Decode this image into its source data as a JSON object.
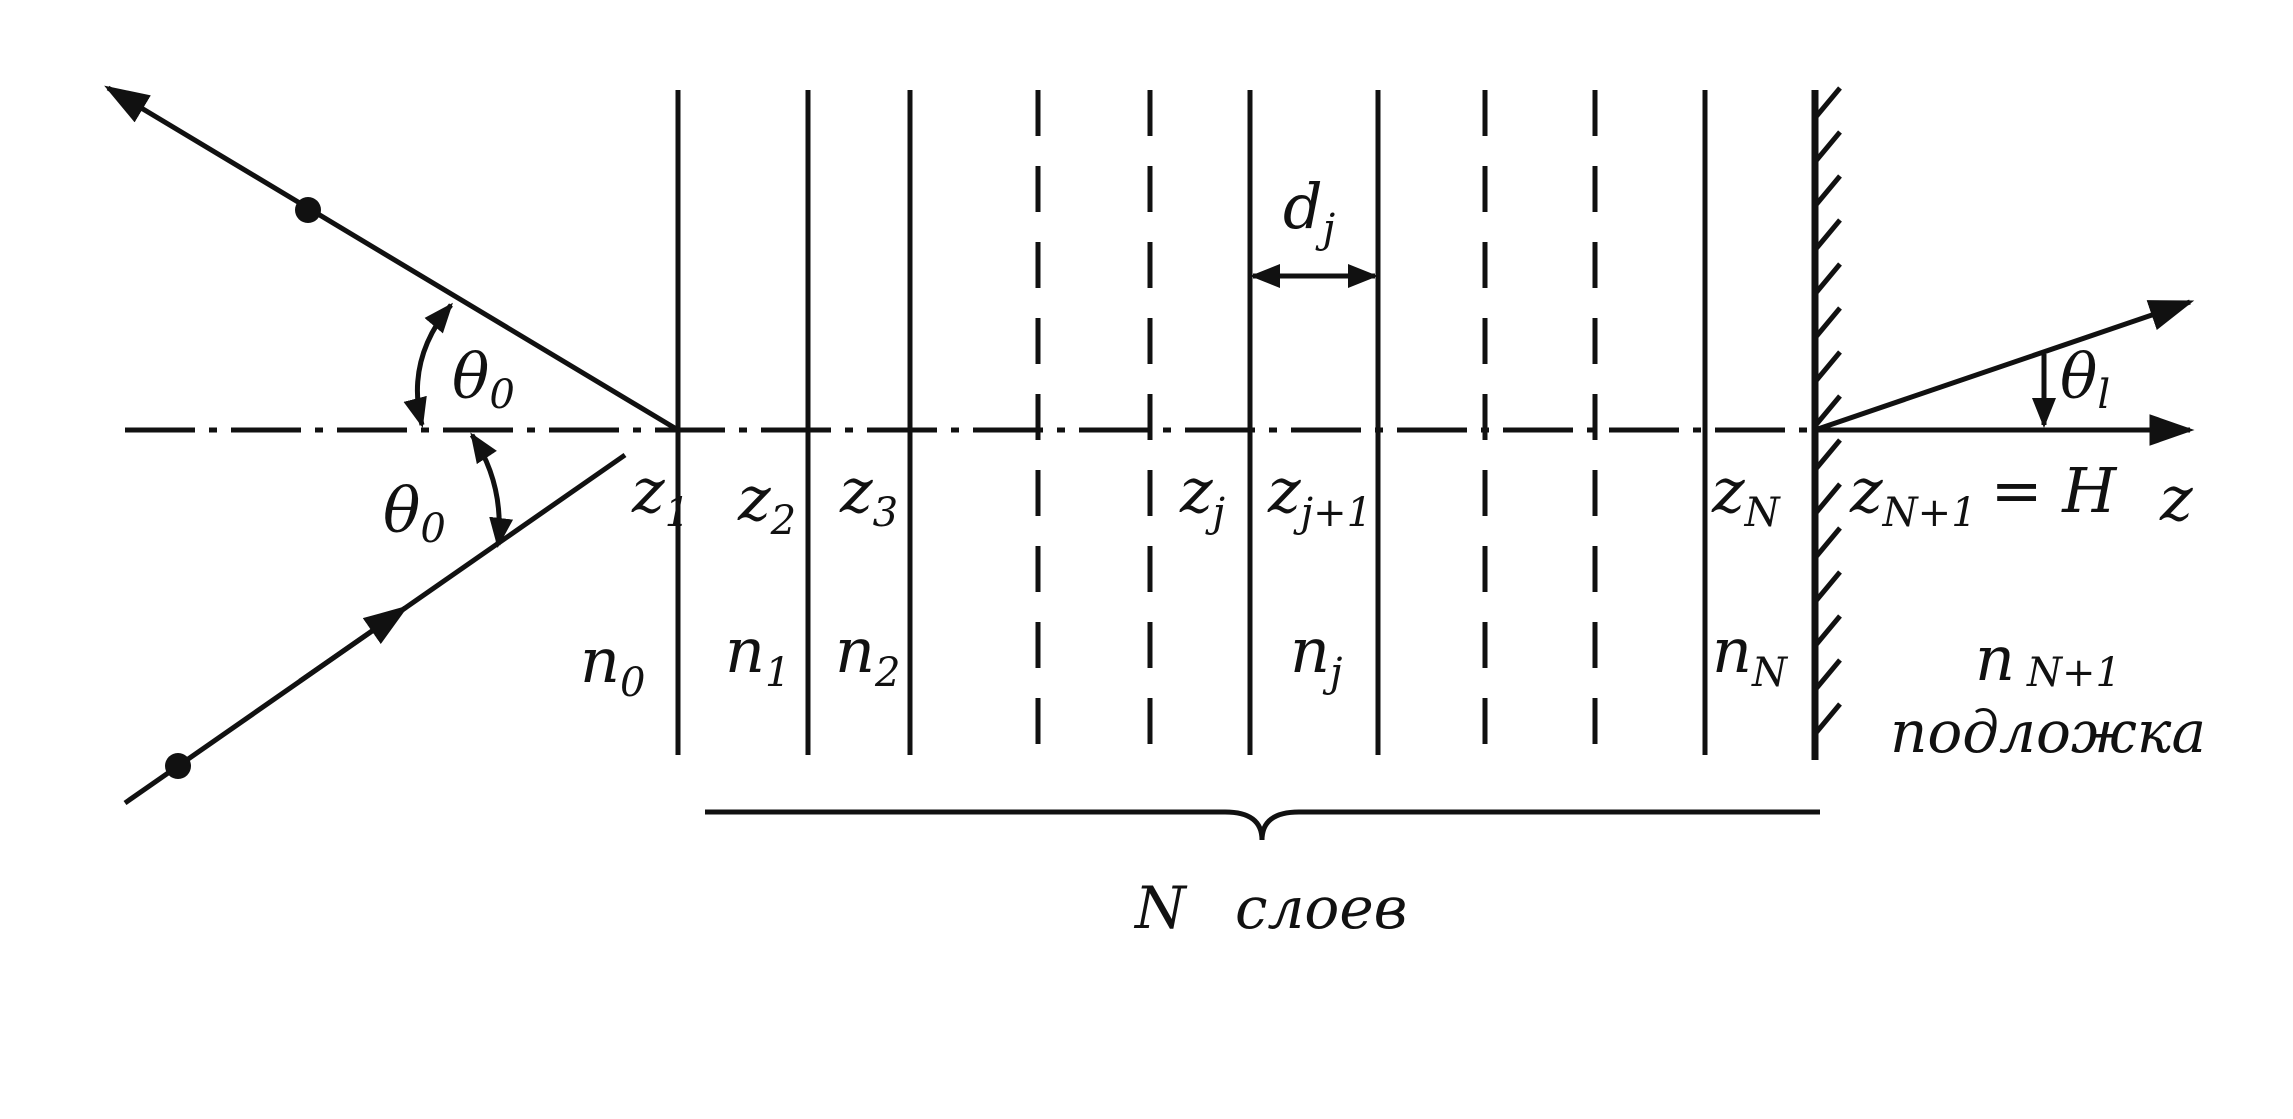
{
  "labels": {
    "theta_incident": "θ",
    "theta_incident_sub": "0",
    "theta_reflected": "θ",
    "theta_reflected_sub": "0",
    "theta_transmitted": "θ",
    "theta_transmitted_sub": "l",
    "thickness": "d",
    "thickness_sub": "j",
    "z_axis": "z",
    "boundaries": [
      {
        "base": "z",
        "sub": "1"
      },
      {
        "base": "z",
        "sub": "2"
      },
      {
        "base": "z",
        "sub": "3"
      },
      {
        "base": "z",
        "sub": "j"
      },
      {
        "base": "z",
        "sub": "j+1"
      },
      {
        "base": "z",
        "sub": "N"
      }
    ],
    "last_boundary": {
      "base": "z",
      "sub": "N+1",
      "suffix": "= H"
    },
    "indices": [
      {
        "base": "n",
        "sub": "0"
      },
      {
        "base": "n",
        "sub": "1"
      },
      {
        "base": "n",
        "sub": "2"
      },
      {
        "base": "n",
        "sub": "j"
      },
      {
        "base": "n",
        "sub": "N"
      }
    ],
    "substrate_index": {
      "base": "n",
      "sub": "N+1"
    },
    "substrate_word": "подложка",
    "layers_count": "N",
    "layers_word": "слоев"
  },
  "colors": {
    "ink": "#111111",
    "background": "#ffffff"
  }
}
